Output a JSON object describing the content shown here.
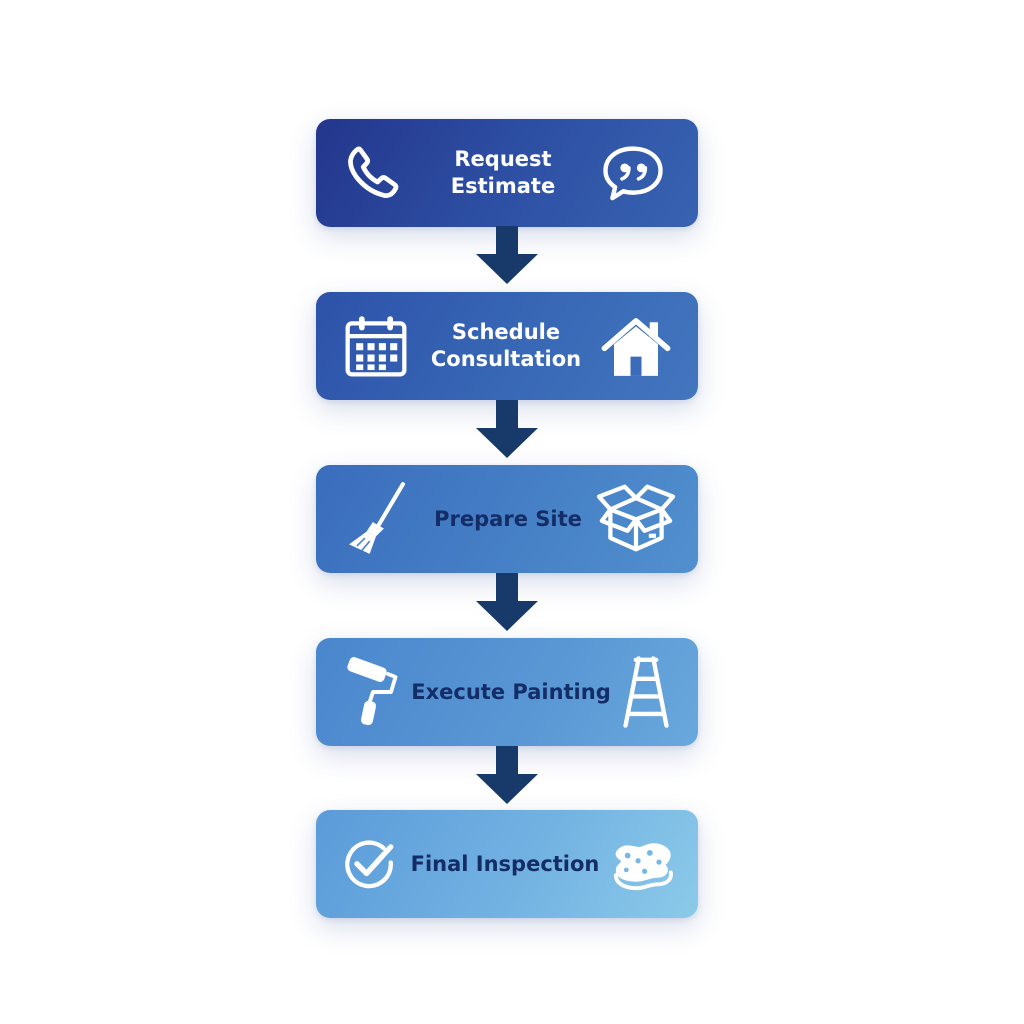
{
  "steps": [
    {
      "label_line1": "Request",
      "label_line2": "Estimate",
      "left_icon": "phone-icon",
      "right_icon": "speech-bubble-quote-icon"
    },
    {
      "label_line1": "Schedule",
      "label_line2": "Consultation",
      "left_icon": "calendar-icon",
      "right_icon": "house-icon"
    },
    {
      "label": "Prepare Site",
      "left_icon": "broom-icon",
      "right_icon": "open-box-icon"
    },
    {
      "label": "Execute Painting",
      "left_icon": "paint-roller-icon",
      "right_icon": "ladder-icon"
    },
    {
      "label": "Final Inspection",
      "left_icon": "check-circle-icon",
      "right_icon": "sponge-icon"
    }
  ],
  "colors": {
    "box_dark": "#23368c",
    "box_light": "#8ccae9",
    "arrow": "#173a6b",
    "text_light": "#ffffff",
    "text_dark": "#142d66"
  }
}
